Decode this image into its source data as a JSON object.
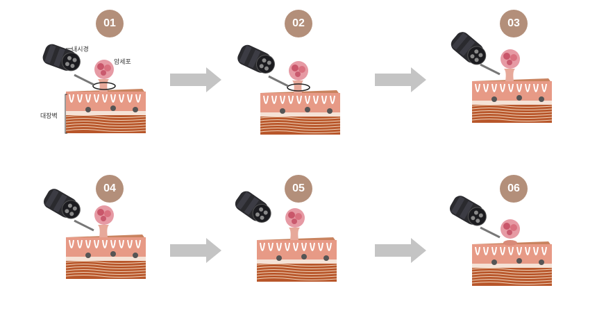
{
  "steps": [
    {
      "number": "01"
    },
    {
      "number": "02"
    },
    {
      "number": "03"
    },
    {
      "number": "04"
    },
    {
      "number": "05"
    },
    {
      "number": "06"
    }
  ],
  "labels": {
    "endoscope": "내시경",
    "cancer_cell": "암세포",
    "colon_wall": "대장벽"
  },
  "colors": {
    "badge": "#b38f7a",
    "arrow": "#c4c4c4"
  }
}
